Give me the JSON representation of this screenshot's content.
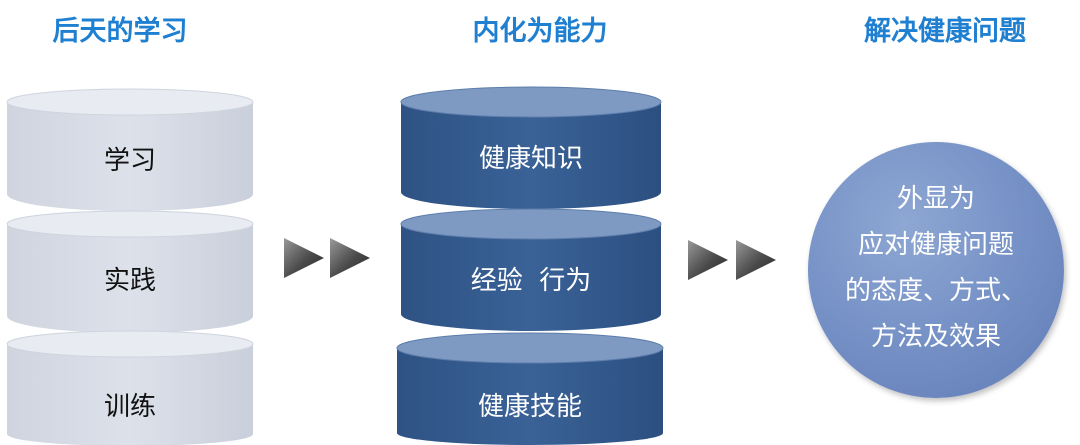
{
  "headings": [
    "后天的学习",
    "内化为能力",
    "解决健康问题"
  ],
  "left_column": [
    "学习",
    "实践",
    "训练"
  ],
  "middle_column": [
    "健康知识",
    "经验  行为",
    "健康技能"
  ],
  "result_lines": [
    "外显为",
    "应对健康问题",
    "的态度、方式、",
    "方法及效果"
  ],
  "colors": {
    "heading": "#1f7fd0",
    "light_cylinder": "#d7dce6",
    "dark_cylinder": "#33598c",
    "circle": "#7893c7",
    "arrow": "#333333"
  }
}
